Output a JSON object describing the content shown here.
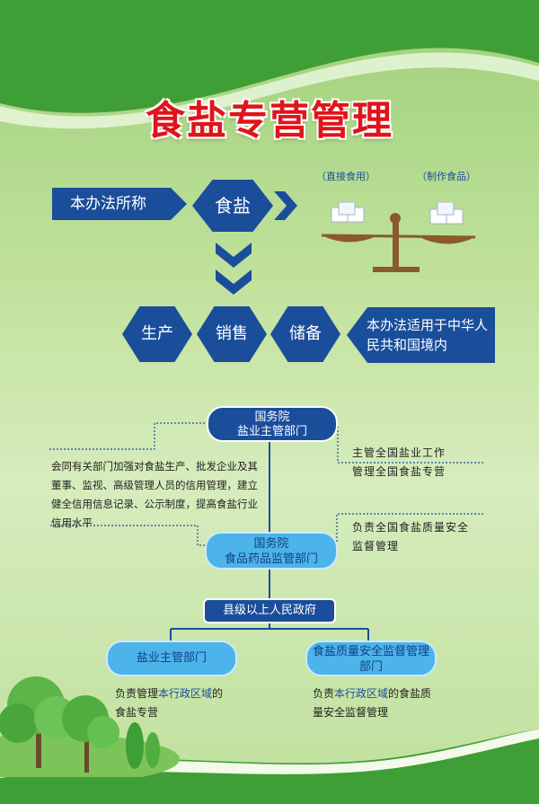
{
  "title": "食盐专营管理",
  "top": {
    "label": "本办法所称",
    "salt": "食盐",
    "direct_use": "（直接食用）",
    "food_making": "（制作食品）"
  },
  "stages": [
    "生产",
    "销售",
    "储备"
  ],
  "scope_text": "本办法适用于中华人民共和国境内",
  "org": {
    "state_council_1": "国务院",
    "salt_authority": "盐业主管部门",
    "salt_duties": [
      "主管全国盐业工作",
      "管理全国食盐专营"
    ],
    "credit_text": "会同有关部门加强对食盐生产、批发企业及其董事、监视、高级管理人员的信用管理，建立健全信用信息记录、公示制度，提高食盐行业信用水平",
    "state_council_2": "国务院",
    "fda": "食品药品监管部门",
    "fda_duty": "负责全国食盐质量安全监督管理",
    "county": "县级以上人民政府",
    "local_salt": "盐业主管部门",
    "local_quality": "食盐质量安全监督管理部门",
    "local_salt_duty": {
      "prefix": "负责管理",
      "highlight": "本行政区域",
      "suffix": "的食盐专营"
    },
    "local_quality_duty": {
      "prefix": "负责",
      "highlight": "本行政区域",
      "suffix": "的食盐质量安全监督管理"
    }
  },
  "colors": {
    "title_red": "#e0141b",
    "dark_blue": "#1a4e9b",
    "light_blue": "#4cb4e8",
    "green": "#3da03a"
  }
}
